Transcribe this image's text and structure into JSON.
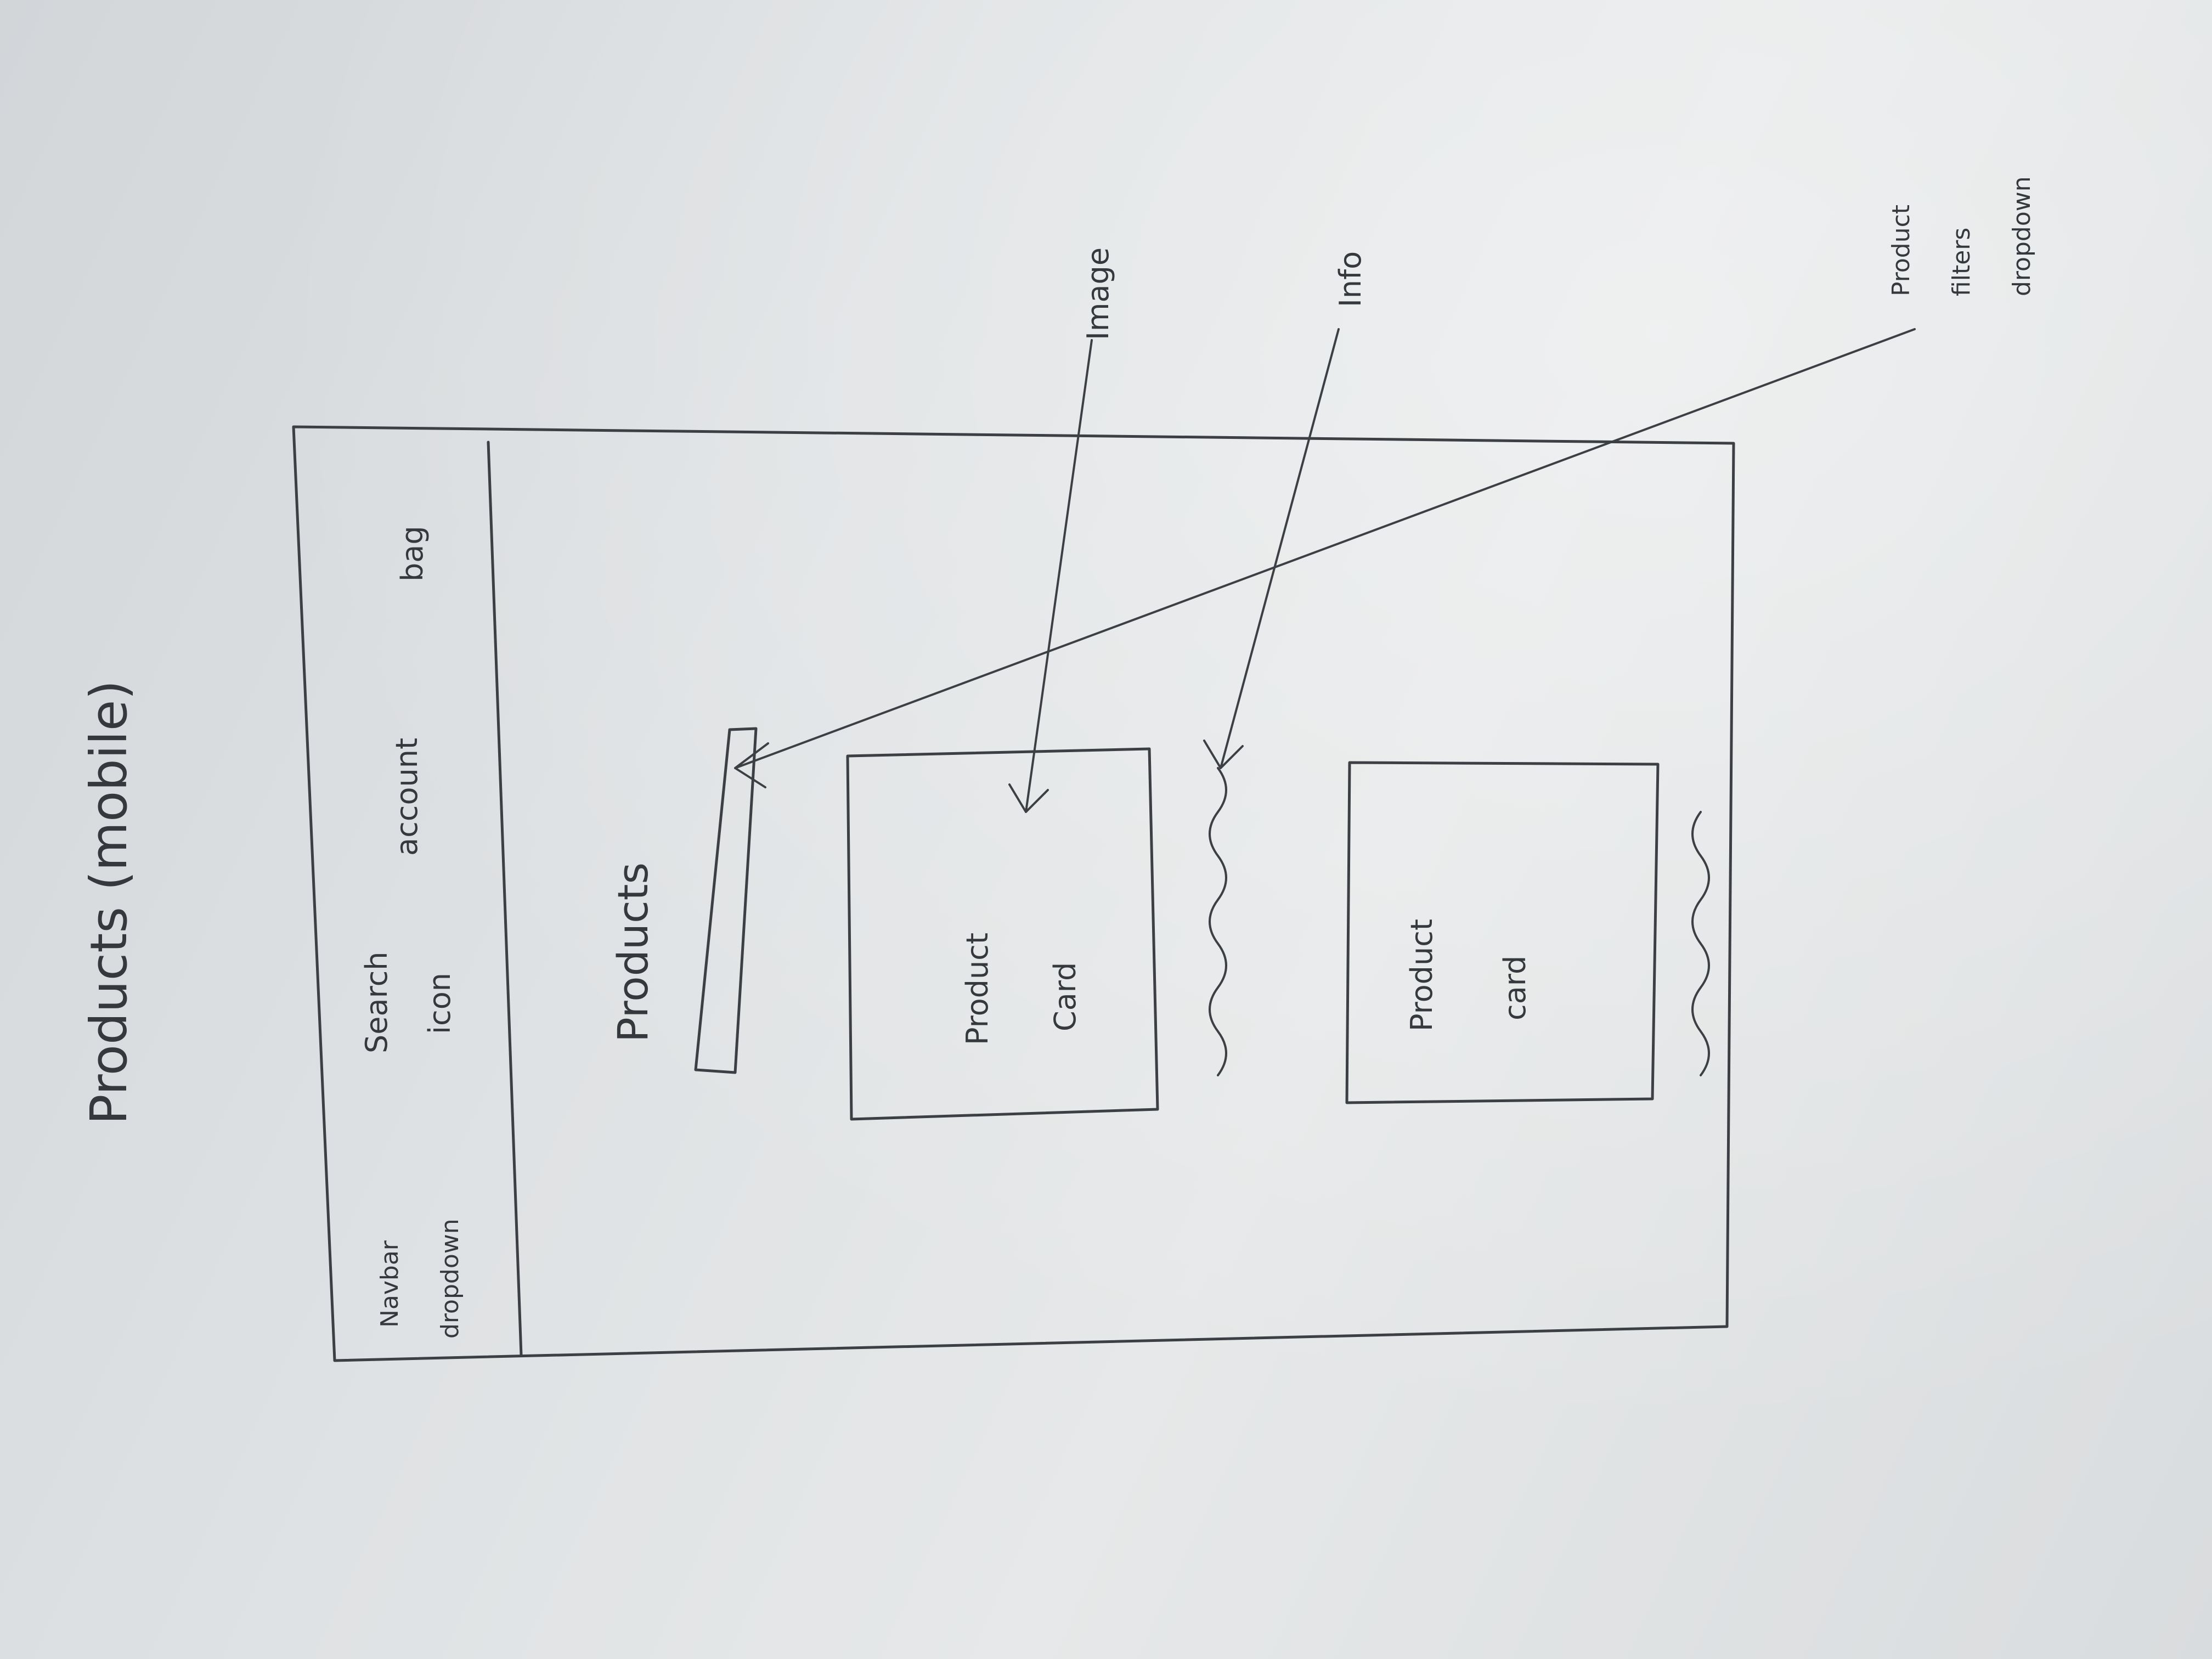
{
  "title": "Products (mobile)",
  "header": {
    "navbar_dropdown": [
      "Navbar",
      "dropdown"
    ],
    "search_icon": [
      "Search",
      "icon"
    ],
    "account": "account",
    "bag": "bag"
  },
  "main": {
    "heading": "Products"
  },
  "cards": [
    {
      "line1": "Product",
      "line2": "Card"
    },
    {
      "line1": "Product",
      "line2": "card"
    }
  ],
  "annotations": {
    "filters": [
      "Product",
      "filters",
      "dropdown"
    ],
    "image": "Image",
    "info": "Info"
  }
}
